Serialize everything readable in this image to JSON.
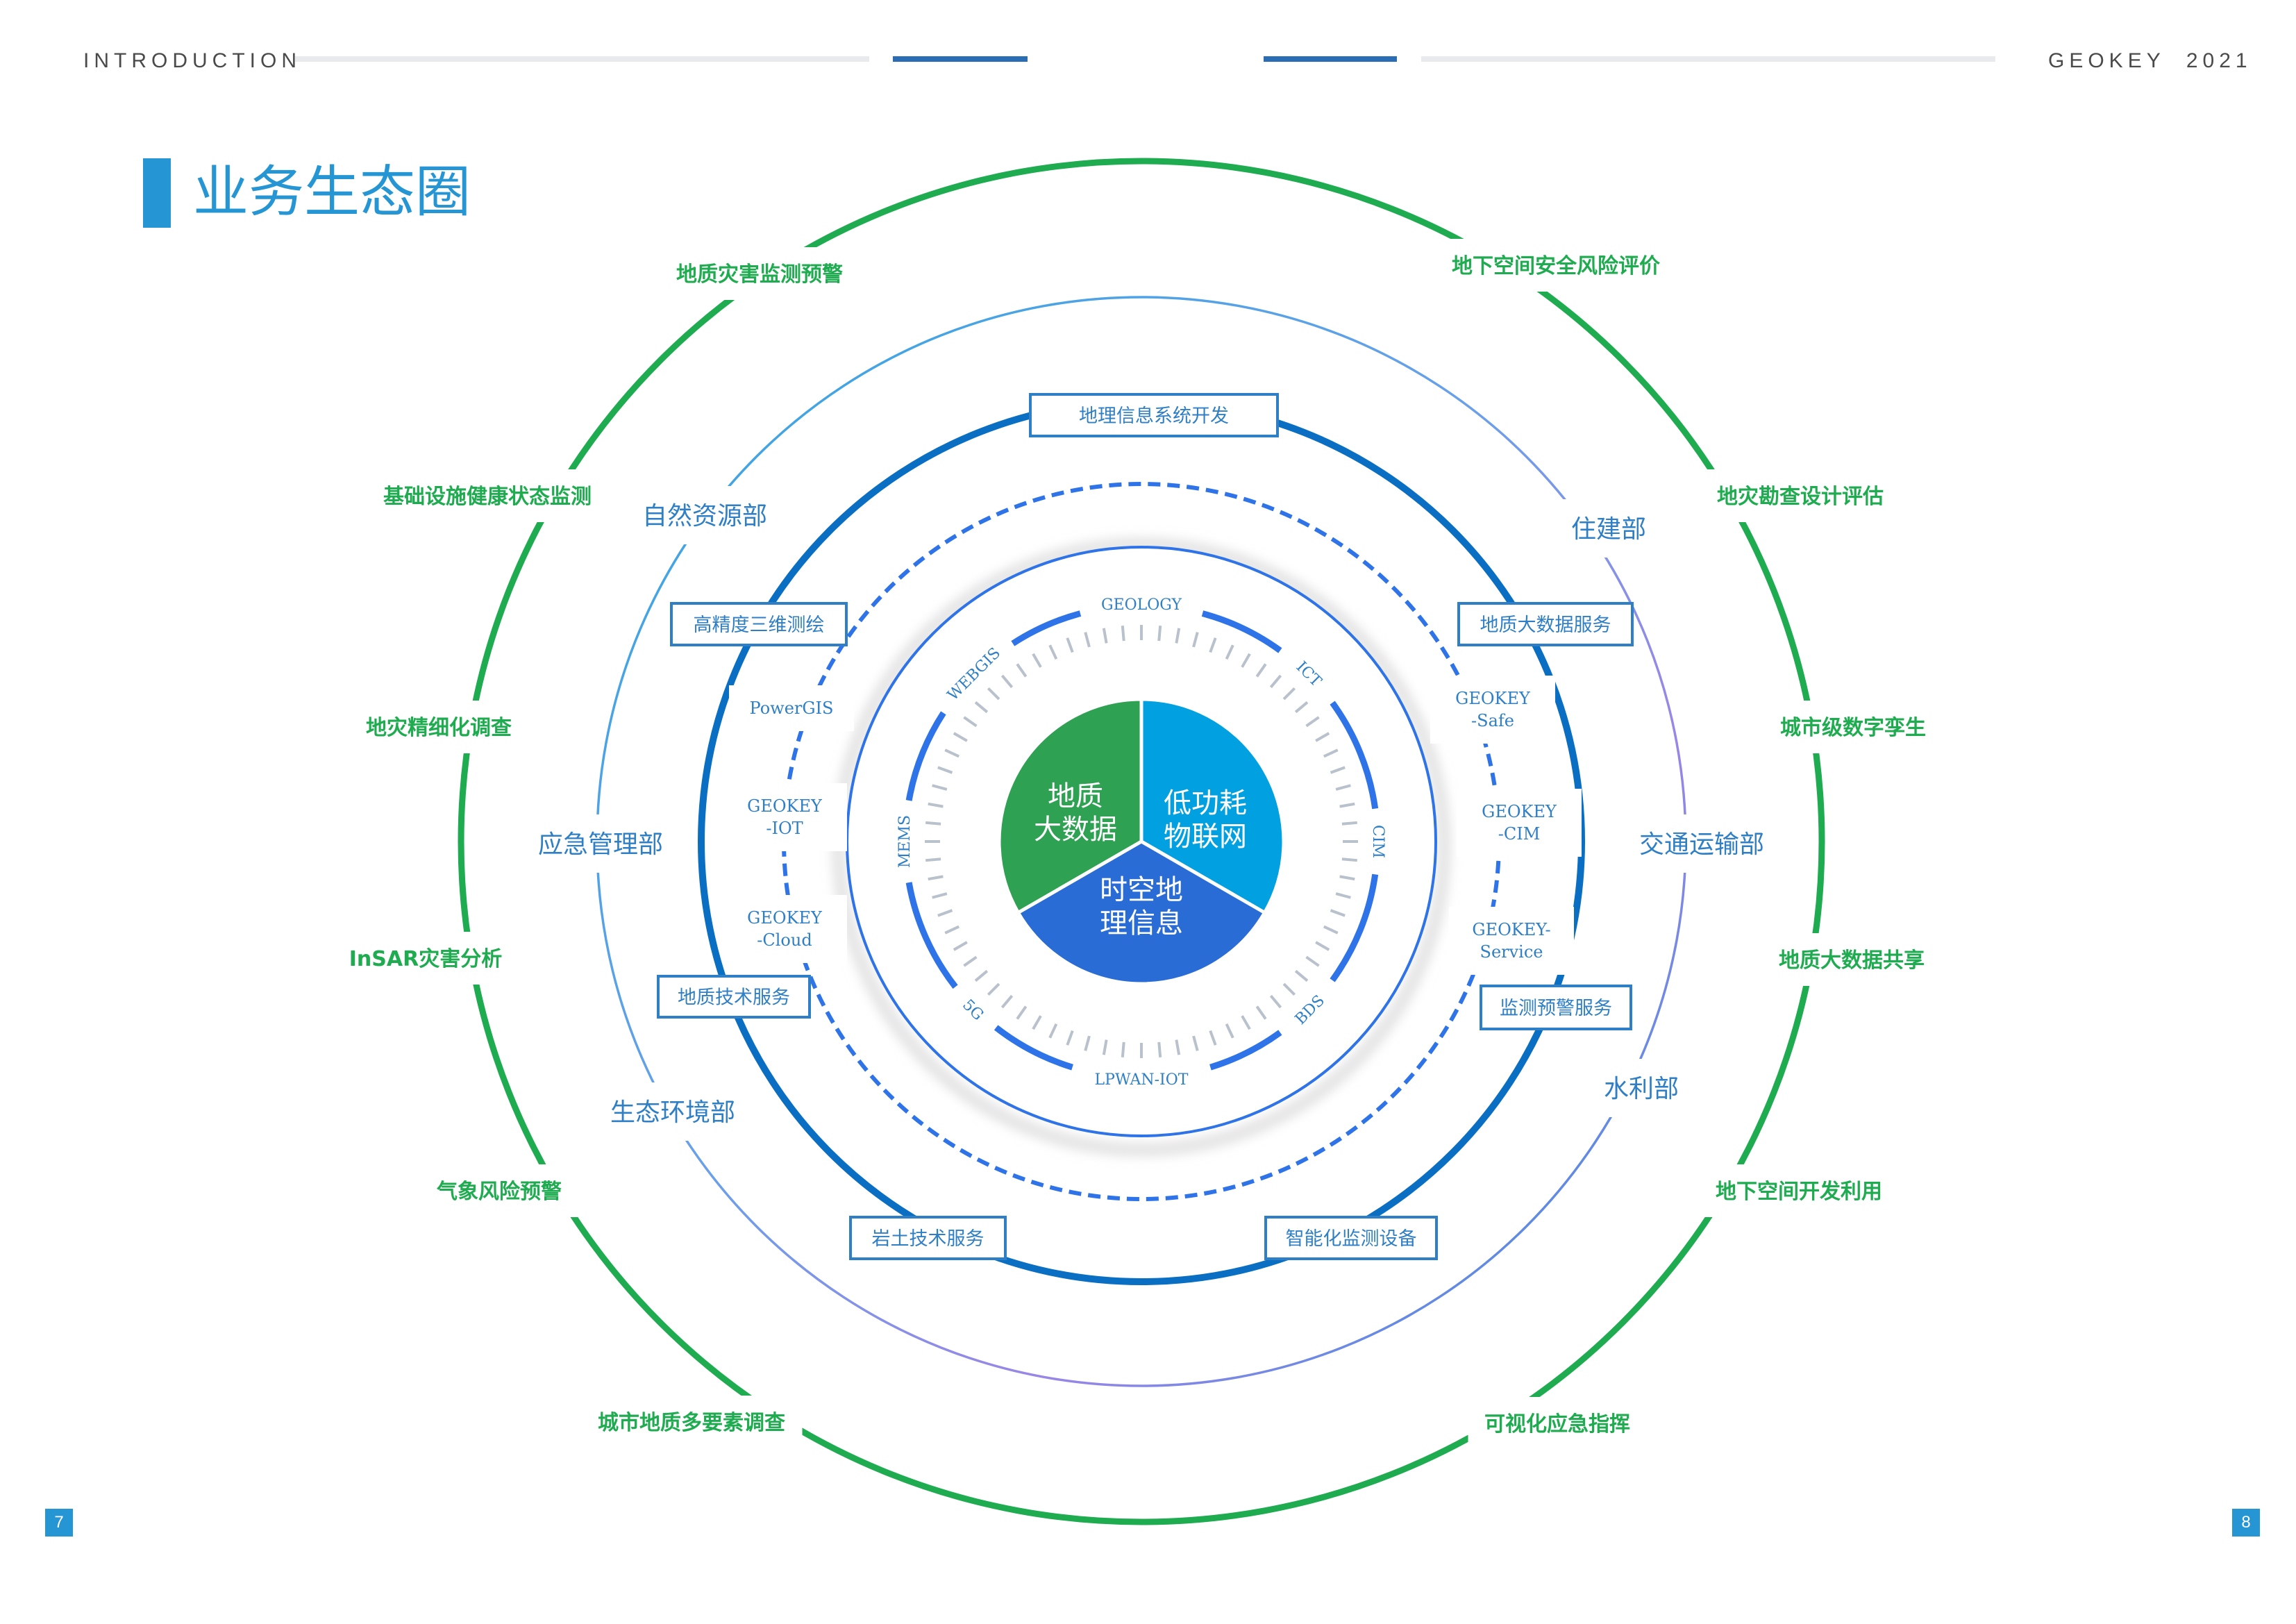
{
  "header": {
    "left_label": "INTRODUCTION",
    "right_label": "GEOKEY  2021"
  },
  "page": {
    "title": "业务生态圈",
    "page_left": "7",
    "page_right": "8"
  },
  "colors": {
    "accent": "#2596d3",
    "outer_ring": "#1fab4f",
    "blue_ring": "#0a6fc2",
    "dashed_ring": "#2e73e8",
    "pie_green": "#2fa152",
    "pie_cyan": "#01a0e1",
    "pie_blue": "#2a6cd5"
  },
  "outer_ring_labels": [
    "地质灾害监测预警",
    "地下空间安全风险评价",
    "基础设施健康状态监测",
    "地灾勘查设计评估",
    "地灾精细化调查",
    "城市级数字孪生",
    "InSAR灾害分析",
    "地质大数据共享",
    "气象风险预警",
    "地下空间开发利用",
    "城市地质多要素调查",
    "可视化应急指挥"
  ],
  "departments": [
    "自然资源部",
    "住建部",
    "应急管理部",
    "交通运输部",
    "生态环境部",
    "水利部"
  ],
  "services": [
    "地理信息系统开发",
    "高精度三维测绘",
    "地质大数据服务",
    "地质技术服务",
    "监测预警服务",
    "岩土技术服务",
    "智能化监测设备"
  ],
  "products": [
    [
      "PowerGIS"
    ],
    [
      "GEOKEY",
      "-IOT"
    ],
    [
      "GEOKEY",
      "-Cloud"
    ],
    [
      "GEOKEY",
      "-Safe"
    ],
    [
      "GEOKEY",
      "-CIM"
    ],
    [
      "GEOKEY-",
      "Service"
    ]
  ],
  "technologies": [
    "GEOLOGY",
    "ICT",
    "CIM",
    "BDS",
    "LPWAN-IOT",
    "5G",
    "MEMS",
    "WEBGIS"
  ],
  "core": [
    {
      "line1": "地质",
      "line2": "大数据"
    },
    {
      "line1": "低功耗",
      "line2": "物联网"
    },
    {
      "line1": "时空地",
      "line2": "理信息"
    }
  ]
}
